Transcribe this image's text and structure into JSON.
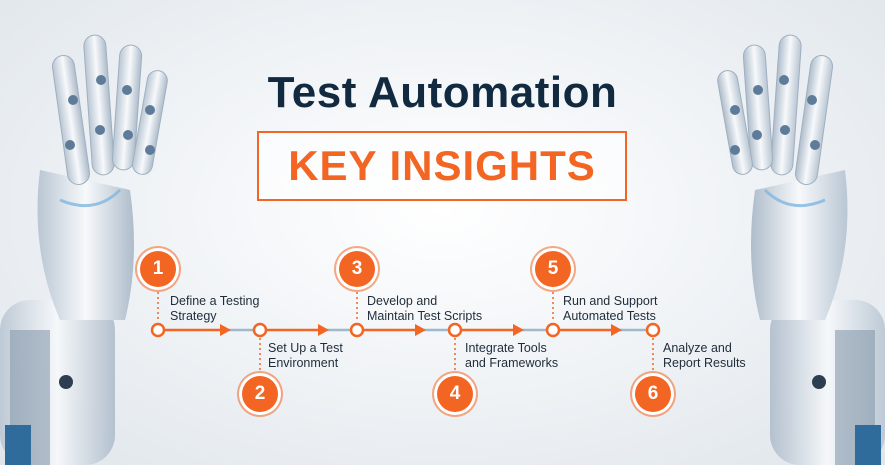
{
  "title": "Test Automation",
  "subtitle": "KEY INSIGHTS",
  "colors": {
    "accent": "#f26522",
    "title": "#112a3f",
    "connector": "#9fb8cc"
  },
  "steps": [
    {
      "number": "1",
      "line1": "Define a Testing",
      "line2": "Strategy"
    },
    {
      "number": "2",
      "line1": "Set Up a Test",
      "line2": "Environment"
    },
    {
      "number": "3",
      "line1": "Develop and",
      "line2": "Maintain Test Scripts"
    },
    {
      "number": "4",
      "line1": "Integrate Tools",
      "line2": "and Frameworks"
    },
    {
      "number": "5",
      "line1": "Run and Support",
      "line2": "Automated Tests"
    },
    {
      "number": "6",
      "line1": "Analyze and",
      "line2": "Report Results"
    }
  ]
}
